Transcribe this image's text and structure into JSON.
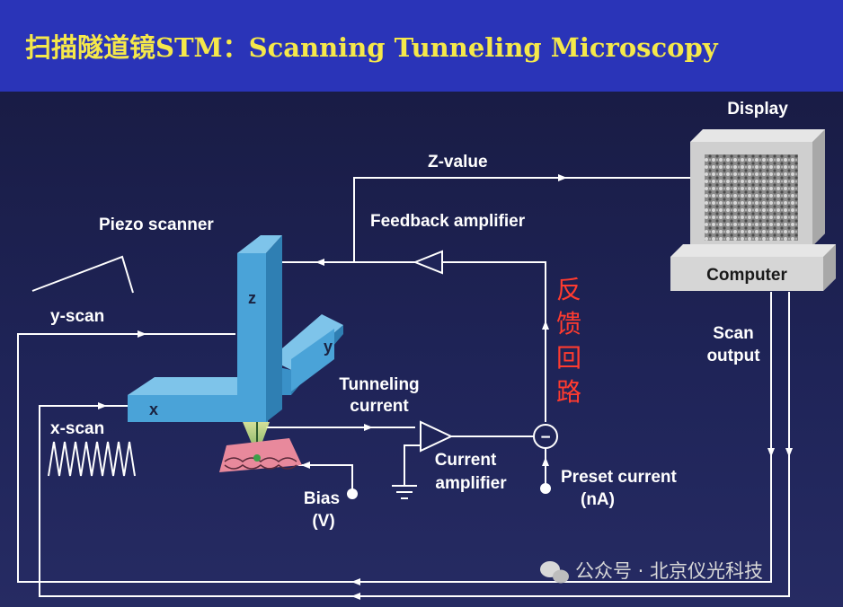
{
  "title": "扫描隧道镜STM：Scanning Tunneling Microscopy",
  "labels": {
    "display": "Display",
    "computer": "Computer",
    "z_value": "Z-value",
    "feedback_amplifier": "Feedback amplifier",
    "piezo_scanner": "Piezo scanner",
    "y_scan": "y-scan",
    "x_scan": "x-scan",
    "tunneling_current_line1": "Tunneling",
    "tunneling_current_line2": "current",
    "current_amplifier_line1": "Current",
    "current_amplifier_line2": "amplifier",
    "bias_line1": "Bias",
    "bias_line2": "(V)",
    "preset_current_line1": "Preset current",
    "preset_current_line2": "(nA)",
    "scan_output_line1": "Scan",
    "scan_output_line2": "output",
    "axis_x": "x",
    "axis_y": "y",
    "axis_z": "z",
    "subtractor_symbol": "−",
    "feedback_loop_chars": [
      "反",
      "馈",
      "回",
      "路"
    ]
  },
  "watermark": "公众号 · 北京仪光科技",
  "colors": {
    "header_bg": "#2a34b8",
    "title_text": "#f5e84a",
    "background": "#1f2458",
    "piezo": "#4aa3d8",
    "sample": "#e8899c",
    "feedback_text": "#ff3b2f"
  }
}
